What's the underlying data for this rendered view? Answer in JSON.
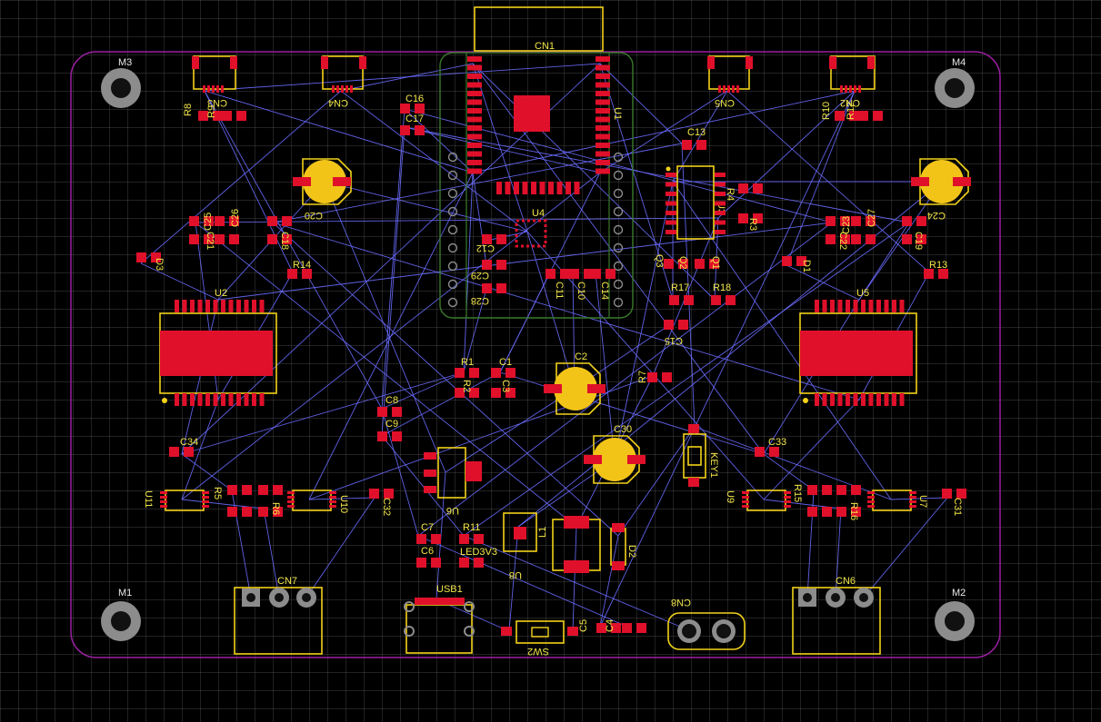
{
  "colors": {
    "background": "#000000",
    "grid": "#5a5a5a",
    "board_outline": "#9a1fa0",
    "copper_pad": "#e0102a",
    "silkscreen": "#f2d21a",
    "ratsnest": "#6a6cff",
    "mounting_hole": "#8c8c8c",
    "module_outline": "#3a7a2a"
  },
  "mounting_holes": [
    "M1",
    "M2",
    "M3",
    "M4"
  ],
  "connectors": [
    "CN1",
    "CN2",
    "CN3",
    "CN4",
    "CN5",
    "CN6",
    "CN7",
    "CN8",
    "USB1"
  ],
  "ics": [
    "U1",
    "U2",
    "U3",
    "U4",
    "U5",
    "U6",
    "U7",
    "U8",
    "U9",
    "U10",
    "U11"
  ],
  "capacitors": [
    "C1",
    "C2",
    "C3",
    "C4",
    "C5",
    "C6",
    "C7",
    "C8",
    "C9",
    "C10",
    "C11",
    "C12",
    "C13",
    "C14",
    "C15",
    "C16",
    "C17",
    "C18",
    "C19",
    "C20",
    "C21",
    "C22",
    "C23",
    "C24",
    "C25",
    "C26",
    "C27",
    "C28",
    "C29",
    "C30",
    "C31",
    "C32",
    "C33",
    "C34"
  ],
  "resistors": [
    "R1",
    "R2",
    "R3",
    "R4",
    "R5",
    "R6",
    "R7",
    "R8",
    "R9",
    "R10",
    "R11",
    "R12",
    "R13",
    "R14",
    "R15",
    "R16",
    "R17",
    "R18"
  ],
  "diodes": [
    "D1",
    "D2",
    "D3"
  ],
  "transistors": [
    "Q1",
    "Q2",
    "Q3"
  ],
  "misc": {
    "inductor": "L1",
    "led": "LED3V3",
    "switch": "SW2",
    "key": "KEY1"
  }
}
